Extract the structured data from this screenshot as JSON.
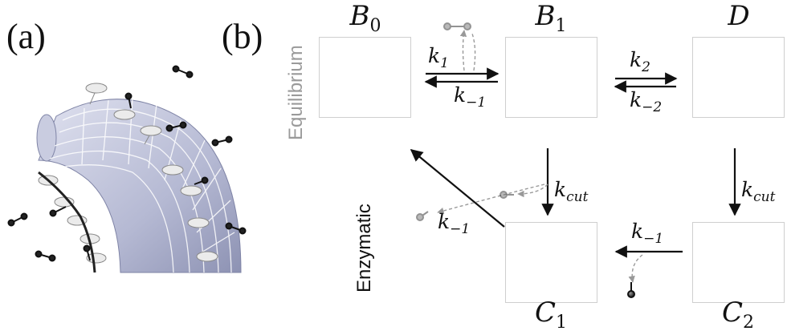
{
  "panel_a": {
    "label": "(a)"
  },
  "panel_b": {
    "label": "(b)",
    "side_labels": {
      "equilibrium": "Equilibrium",
      "enzymatic": "Enzymatic"
    },
    "states": {
      "b0": {
        "symbol": "B",
        "subscript": "0"
      },
      "b1": {
        "symbol": "B",
        "subscript": "1"
      },
      "d": {
        "symbol": "D",
        "subscript": ""
      },
      "c1": {
        "symbol": "C",
        "subscript": "1"
      },
      "c2": {
        "symbol": "C",
        "subscript": "2"
      }
    },
    "rates": {
      "k1": {
        "symbol": "k",
        "subscript": "1"
      },
      "k_minus_1": {
        "symbol": "k",
        "subscript": "−1"
      },
      "k2": {
        "symbol": "k",
        "subscript": "2"
      },
      "k_minus_2": {
        "symbol": "k",
        "subscript": "−2"
      },
      "k_cut_b1": {
        "symbol": "k",
        "subscript": "cut"
      },
      "k_cut_d": {
        "symbol": "k",
        "subscript": "cut"
      },
      "k_minus_1_c1": {
        "symbol": "k",
        "subscript": "−1"
      },
      "k_minus_1_c2": {
        "symbol": "k",
        "subscript": "−1"
      }
    }
  },
  "colors": {
    "ink": "#111111",
    "faint": "#9a9a9a",
    "tube": "#b9bdd6",
    "receptor": "#e6e6e6"
  }
}
